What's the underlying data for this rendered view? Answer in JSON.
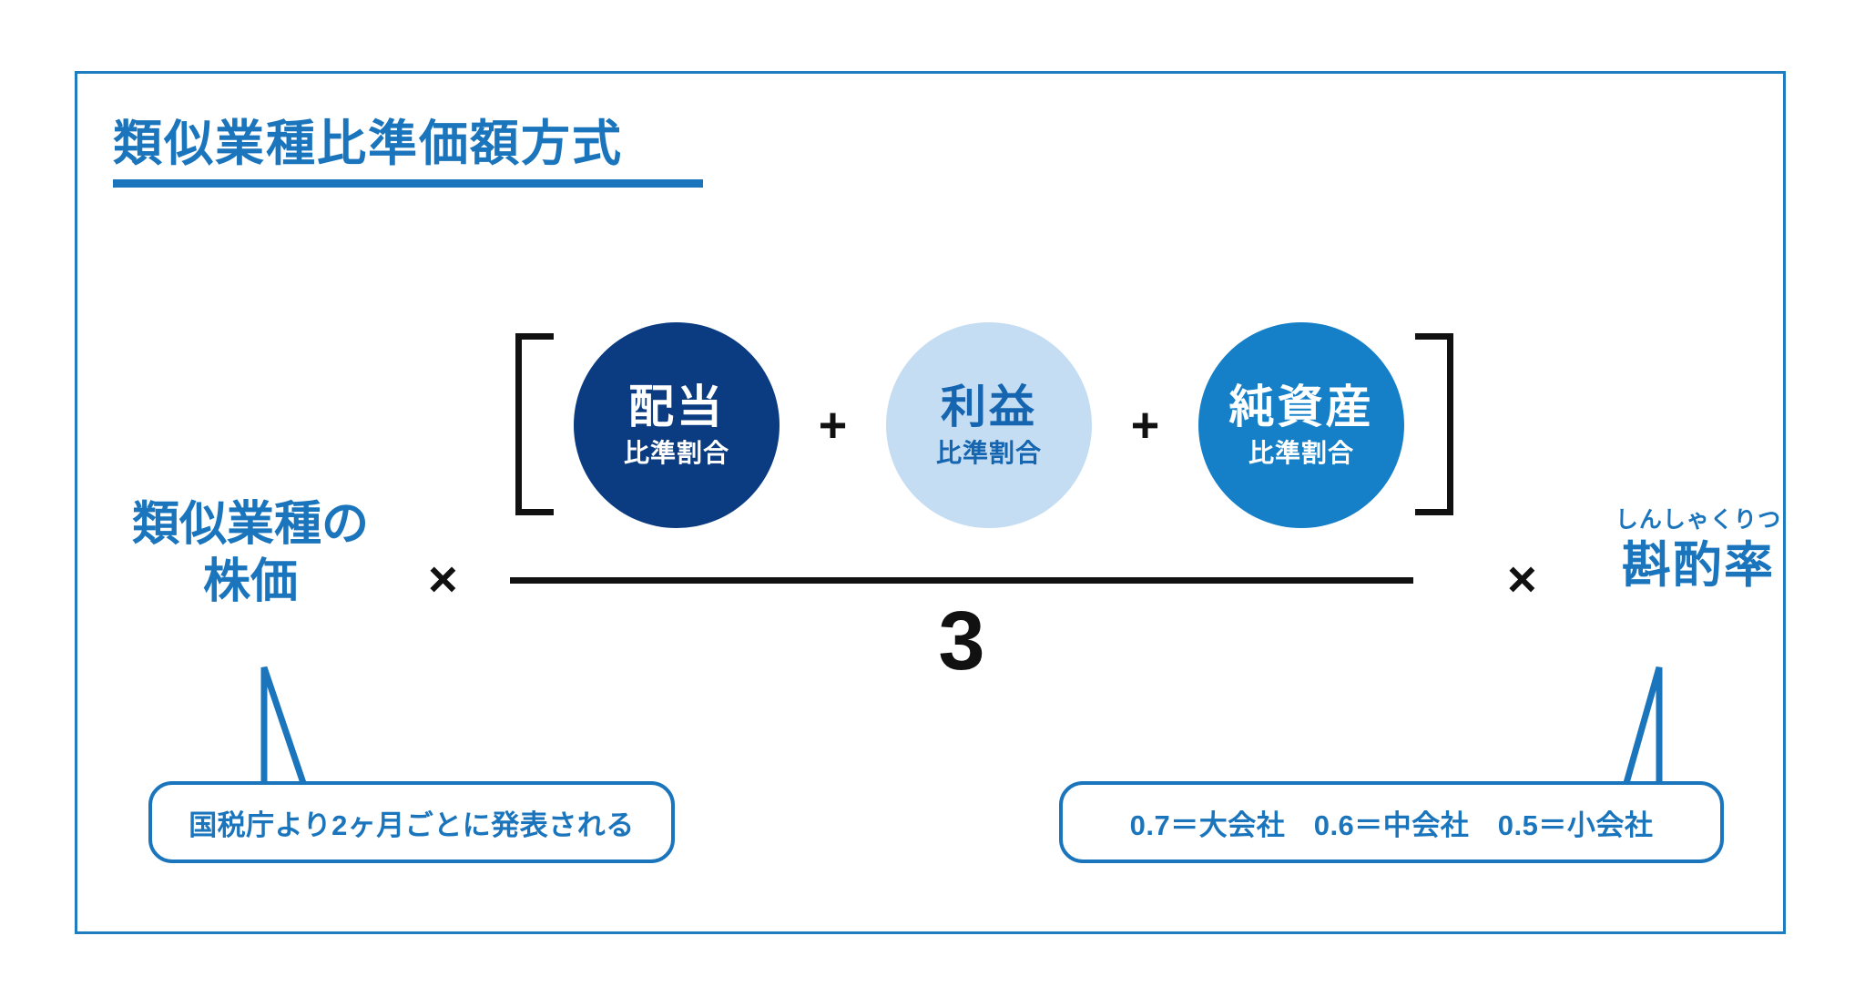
{
  "frame": {
    "border_color": "#1F7CBF"
  },
  "title": {
    "text": "類似業種比準価額方式",
    "color": "#1B75BC"
  },
  "formula": {
    "left_factor": {
      "line1": "類似業種の",
      "line2": "株価",
      "color": "#1B75BC"
    },
    "operator_times_left": "×",
    "operator_times_right": "×",
    "bracket_open": "[",
    "bracket_close": "]",
    "numerator_terms": [
      {
        "id": "dividend",
        "big": "配当",
        "small": "比準割合",
        "fill": "#0B3C82",
        "text_color": "#FFFFFF"
      },
      {
        "id": "profit",
        "big": "利益",
        "small": "比準割合",
        "fill": "#C5DDF2",
        "text_color": "#1565B0"
      },
      {
        "id": "assets",
        "big": "純資産",
        "small": "比準割合",
        "fill": "#1580C8",
        "text_color": "#FFFFFF"
      }
    ],
    "operator_plus_1": "+",
    "operator_plus_2": "+",
    "denominator": "3",
    "right_factor": {
      "furigana": "しんしゃくりつ",
      "main": "斟酌率",
      "color": "#1B75BC"
    }
  },
  "callouts": [
    {
      "id": "stock-price-note",
      "text": "国税庁より2ヶ月ごとに発表される",
      "color": "#1B75BC"
    },
    {
      "id": "discount-rate-note",
      "text": "0.7＝大会社　0.6＝中会社　0.5＝小会社",
      "color": "#1B75BC"
    }
  ]
}
